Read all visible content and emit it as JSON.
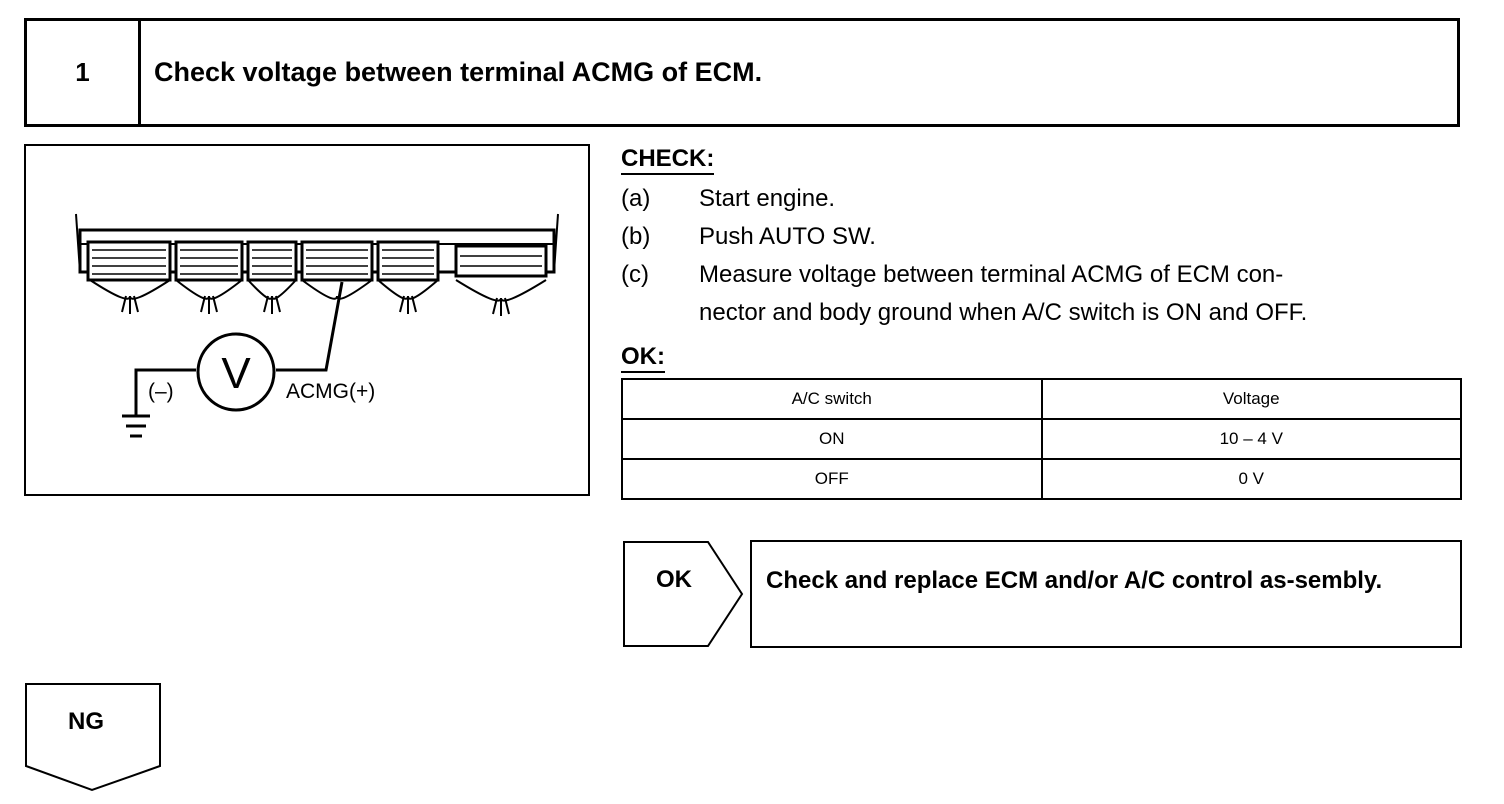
{
  "step": {
    "number": "1",
    "title": "Check voltage between terminal ACMG of ECM."
  },
  "diagram": {
    "meter_symbol": "V",
    "negative_label": "(–)",
    "positive_label": "ACMG(+)"
  },
  "check": {
    "heading": "CHECK:",
    "steps": [
      {
        "label": "(a)",
        "text": "Start engine."
      },
      {
        "label": "(b)",
        "text": "Push AUTO SW."
      },
      {
        "label": "(c)",
        "text": "Measure voltage between terminal ACMG of ECM con-",
        "text2": "nector and body ground when A/C switch is ON and OFF."
      }
    ]
  },
  "ok": {
    "heading": "OK:",
    "table": {
      "headers": [
        "A/C switch",
        "Voltage"
      ],
      "rows": [
        [
          "ON",
          "10 – 4 V"
        ],
        [
          "OFF",
          "0 V"
        ]
      ]
    }
  },
  "result_ok": {
    "label": "OK",
    "text": "Check and replace ECM and/or A/C control as-sembly."
  },
  "result_ng": {
    "label": "NG"
  }
}
